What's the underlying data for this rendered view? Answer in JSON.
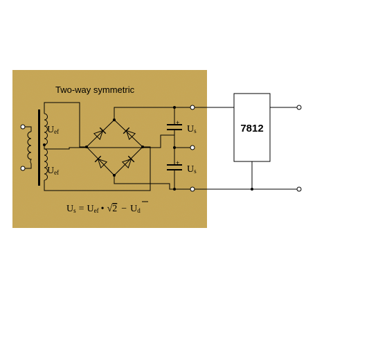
{
  "diagram": {
    "title": "Two-way symmetric",
    "regulator_label": "7812",
    "secondary_top_label": {
      "main": "U",
      "sub": "ef"
    },
    "secondary_bottom_label": {
      "main": "U",
      "sub": "ef"
    },
    "cap_top_label": {
      "main": "U",
      "sub": "s"
    },
    "cap_bottom_label": {
      "main": "U",
      "sub": "s"
    },
    "cap_polarity": "+",
    "formula": {
      "lhs_main": "U",
      "lhs_sub": "s",
      "eq": "=",
      "t1_main": "U",
      "t1_sub": "ef",
      "dot": "•",
      "sqrt_sign": "√",
      "sqrt_arg": "2",
      "minus": "−",
      "t2_main": "U",
      "t2_sub": "d"
    }
  },
  "colors": {
    "panel": "#c7a552",
    "panel_dark": "#b99443",
    "wire": "#000000",
    "background": "#ffffff"
  }
}
